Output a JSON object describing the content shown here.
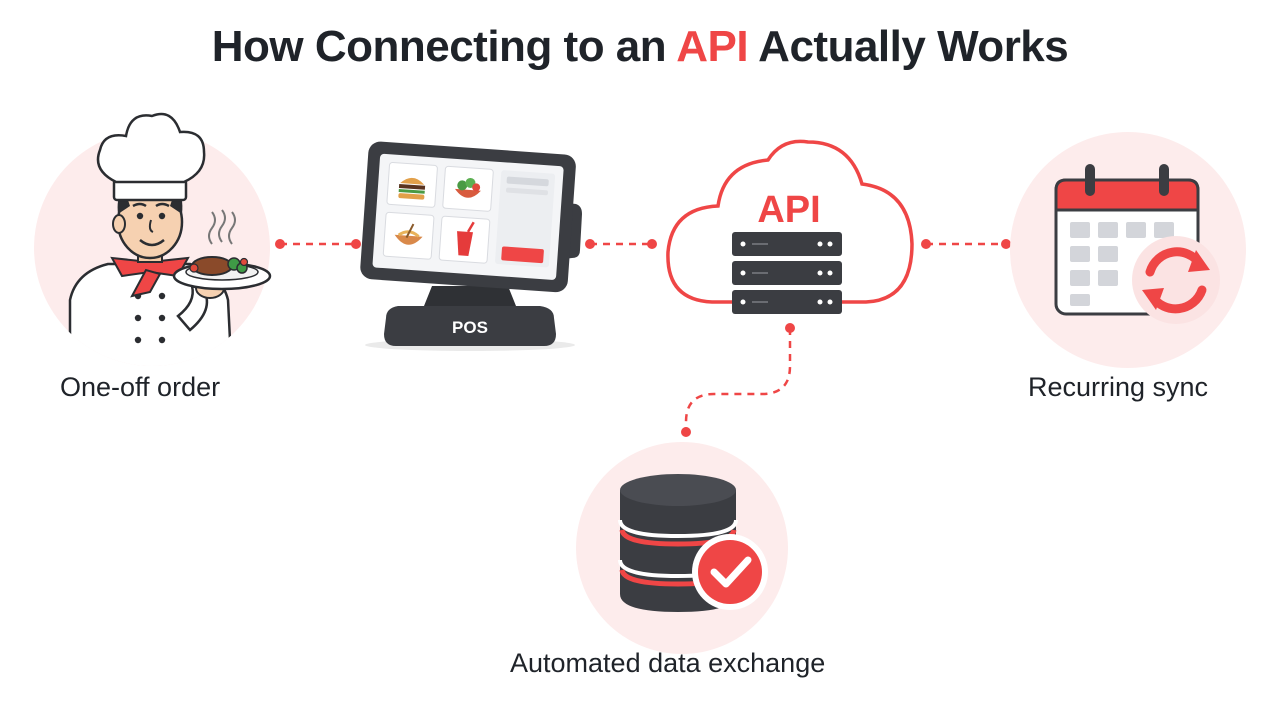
{
  "title": {
    "prefix": "How Connecting to an ",
    "highlight": "API",
    "suffix": " Actually Works"
  },
  "nodes": {
    "chef": {
      "caption": "One-off order",
      "icon": "chef-icon"
    },
    "pos": {
      "label": "POS",
      "icon": "pos-terminal-icon"
    },
    "api": {
      "label": "API",
      "icon": "cloud-server-icon"
    },
    "sync": {
      "caption": "Recurring sync",
      "icon": "calendar-sync-icon"
    },
    "database": {
      "caption": "Automated data exchange",
      "icon": "database-check-icon"
    }
  },
  "colors": {
    "accent": "#ef4646",
    "circle_bg": "#fdecec",
    "dark": "#3b3d42",
    "text": "#1f2329"
  }
}
